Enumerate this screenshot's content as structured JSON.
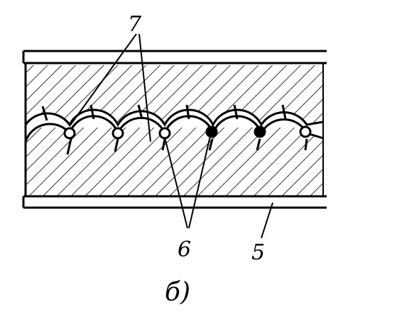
{
  "figure": {
    "callouts": {
      "seven": "7",
      "six": "6",
      "five": "5"
    },
    "caption": "б)",
    "colors": {
      "ink": "#000000",
      "paper": "#ffffff"
    }
  }
}
